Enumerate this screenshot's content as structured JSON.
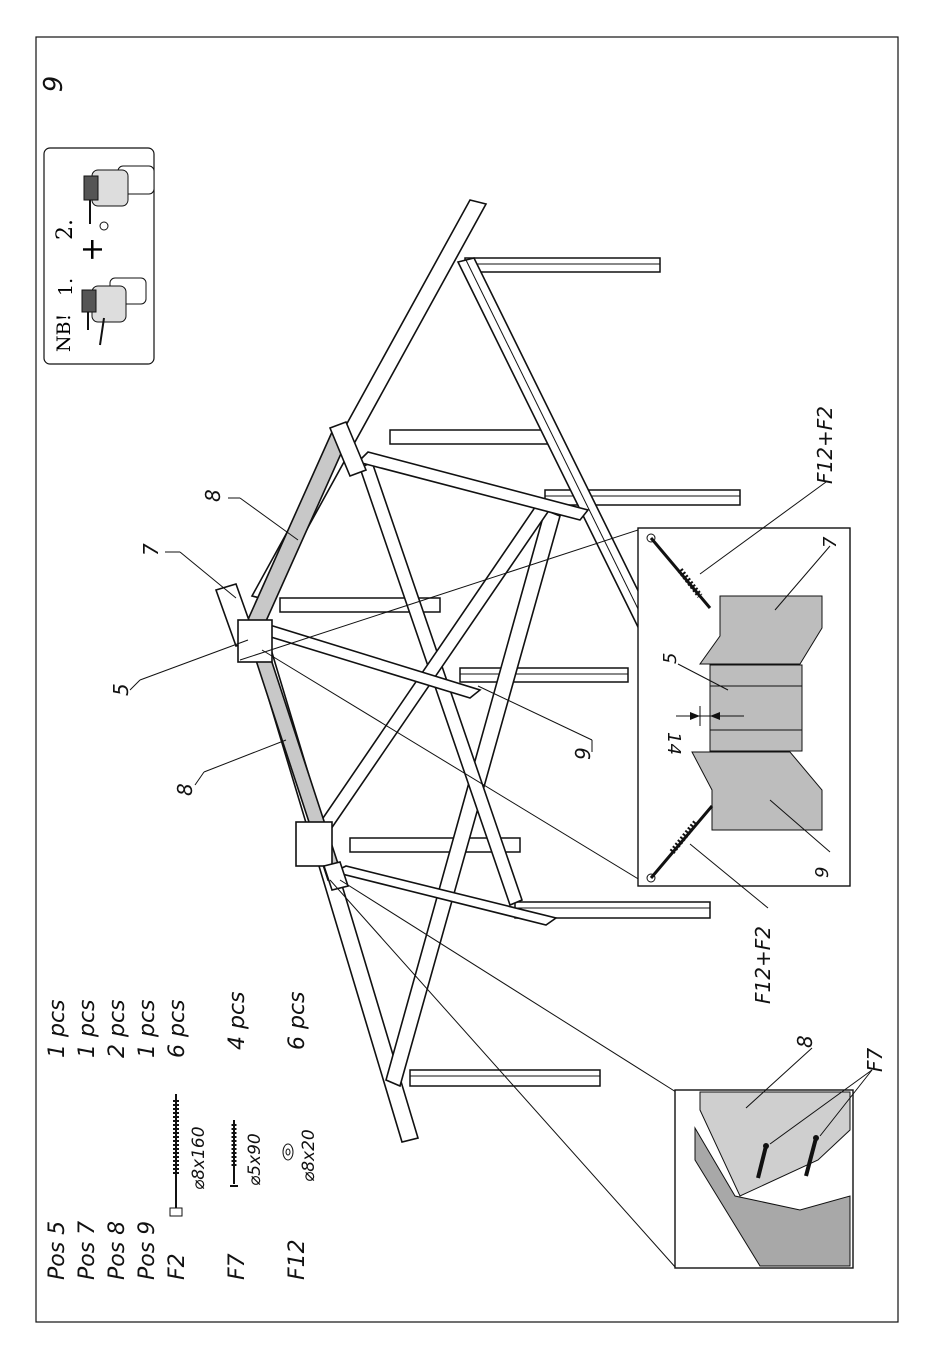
{
  "step_number": "9",
  "tool_hint": {
    "nb_label": "NB!",
    "step1_label": "1.",
    "plus_label": "+",
    "step2_label": "2."
  },
  "parts_list": [
    {
      "code": "Pos 5",
      "qty": "1 pcs"
    },
    {
      "code": "Pos 7",
      "qty": "1 pcs"
    },
    {
      "code": "Pos 8",
      "qty": "2 pcs"
    },
    {
      "code": "Pos 9",
      "qty": "1 pcs"
    },
    {
      "code": "F2",
      "qty": "6 pcs",
      "size": "⌀8x160"
    },
    {
      "code": "F7",
      "qty": "4 pcs",
      "size": "⌀5x90"
    },
    {
      "code": "F12",
      "qty": "6 pcs",
      "size": "⌀8x20"
    }
  ],
  "callouts": {
    "pos5": "5",
    "pos7": "7",
    "pos8_upper": "8",
    "pos8_lower": "8",
    "pos9": "9"
  },
  "detail_joint": {
    "fastener_top": "F12+F2",
    "fastener_bottom": "F12+F2",
    "part_left": "7",
    "part_center": "5",
    "part_right": "9",
    "dimension": "14"
  },
  "detail_beam": {
    "part": "8",
    "fastener": "F7"
  },
  "colors": {
    "line": "#111111",
    "part_fill": "#c8c8c8",
    "background": "#ffffff"
  }
}
